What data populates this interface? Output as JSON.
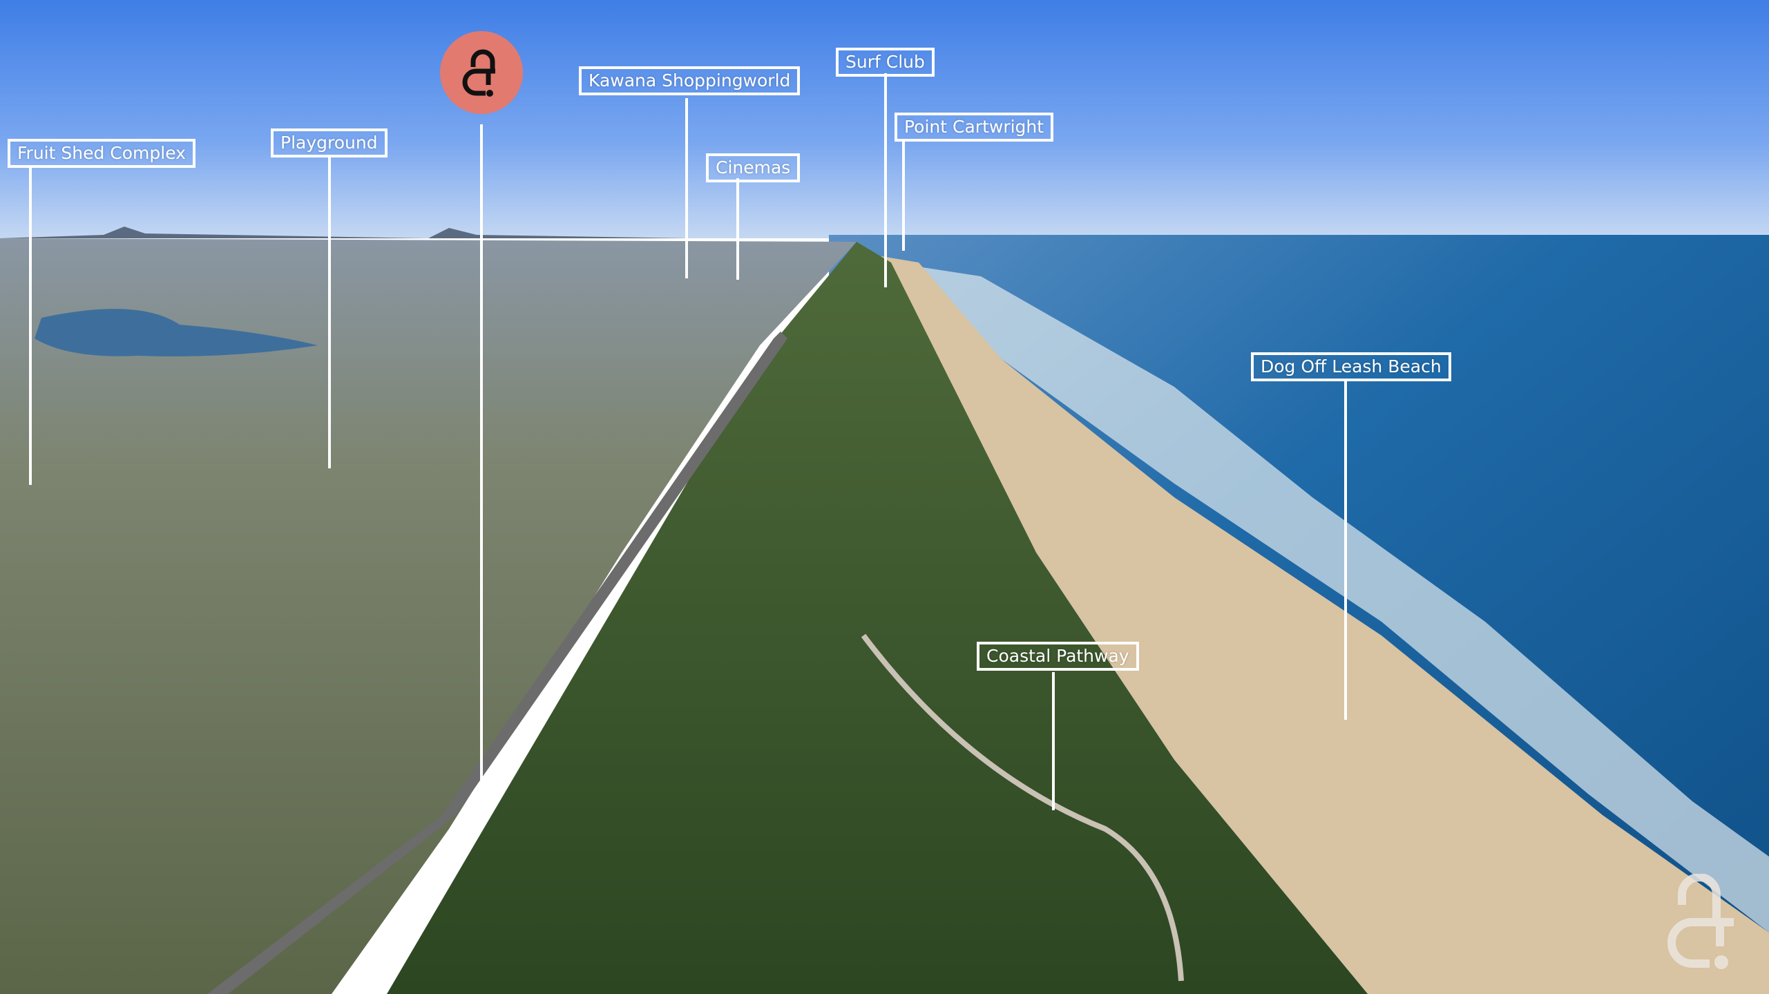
{
  "labels": {
    "fruit_shed": "Fruit Shed Complex",
    "playground": "Playground",
    "kawana": "Kawana Shoppingworld",
    "cinemas": "Cinemas",
    "surf_club": "Surf Club",
    "point_cartwright": "Point Cartwright",
    "dog_beach": "Dog Off Leash Beach",
    "coastal_pathway": "Coastal Pathway"
  },
  "icons": {
    "brand_marker": "brand-logo-icon",
    "watermark": "brand-watermark-icon"
  },
  "colors": {
    "brand": "#e27a70",
    "label": "#ffffff"
  }
}
